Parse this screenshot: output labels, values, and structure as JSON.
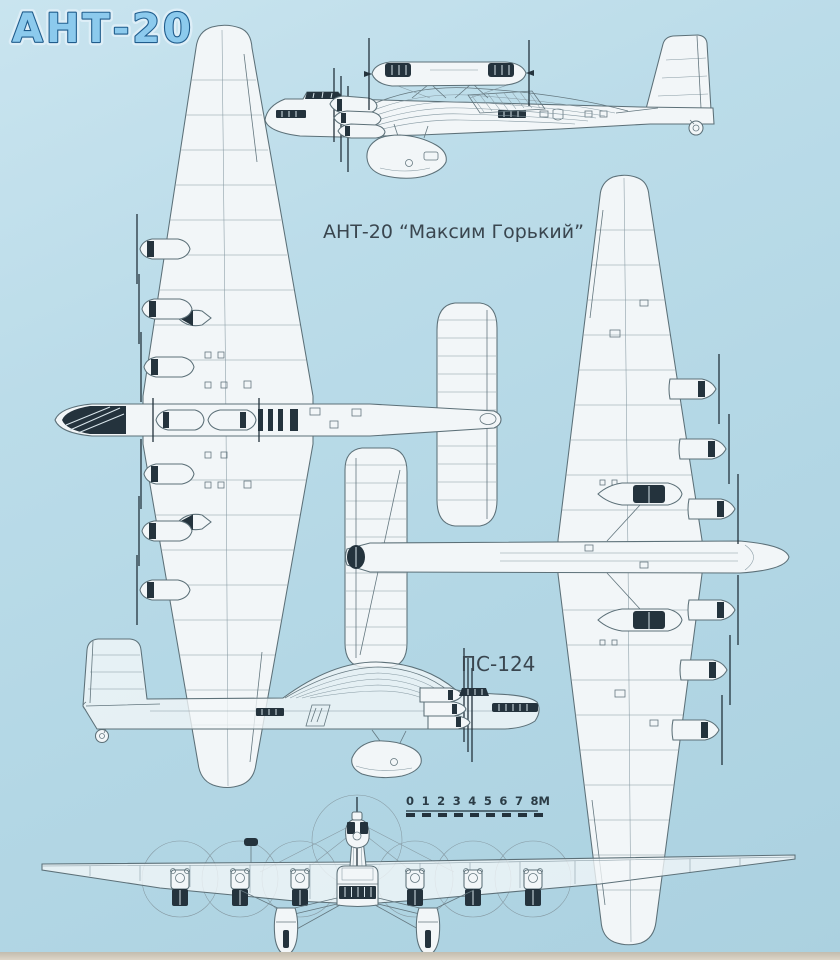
{
  "title": {
    "text": "АНТ-20"
  },
  "captions": {
    "main": "АНТ-20 “Максим Горький”",
    "variant": "ПС-124"
  },
  "scale_bar": {
    "ticks": [
      "0",
      "1",
      "2",
      "3",
      "4",
      "5",
      "6",
      "7",
      "8М"
    ]
  },
  "views": {
    "side_view_main": "ant-20-side-profile",
    "plan_view_top": "ant-20-top-plan-view",
    "plan_view_bottom": "ant-20-bottom-plan-view",
    "side_view_ps124": "ps-124-side-profile",
    "front_view": "ant-20-front-elevation"
  },
  "colors": {
    "background": "#b7d9e6",
    "paper_edge": "#d6cfc2",
    "line": "#5c7078",
    "airframe_fill": "#f2f6f8",
    "dark_detail": "#24333d",
    "title_fill": "#8ccaed",
    "title_outline": "#1f5c8c",
    "caption_text": "#3a464f"
  }
}
